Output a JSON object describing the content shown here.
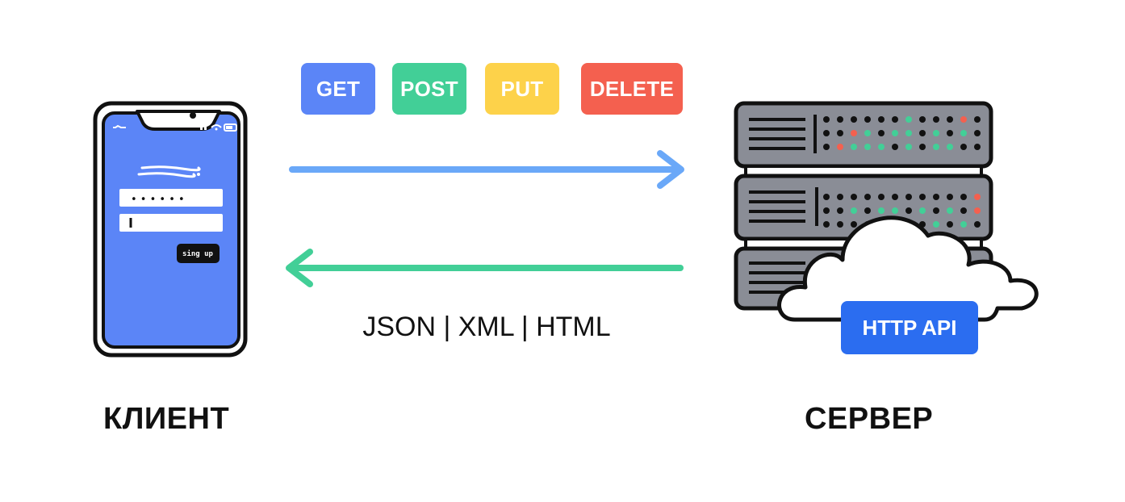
{
  "methods": {
    "get": "GET",
    "post": "POST",
    "put": "PUT",
    "delete": "DELETE"
  },
  "formats": "JSON | XML | HTML",
  "client": {
    "label": "КЛИЕНТ",
    "signup_button": "sing up",
    "password_mask": "• • • • • •"
  },
  "server": {
    "label": "СЕРВЕР",
    "api_badge": "HTTP API"
  },
  "colors": {
    "get": "#5b85f7",
    "post": "#42cf97",
    "put": "#fdd24a",
    "delete": "#f4604f",
    "request_arrow": "#6aa8f8",
    "response_arrow": "#42cf97",
    "phone_screen": "#5b85f7",
    "server_body": "#8a8d96",
    "api_badge": "#2b6df0"
  }
}
